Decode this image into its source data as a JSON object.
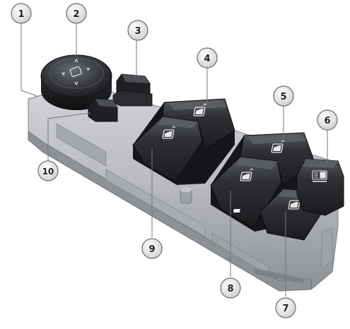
{
  "callouts": [
    {
      "id": "c1",
      "label": "1"
    },
    {
      "id": "c2",
      "label": "2"
    },
    {
      "id": "c3",
      "label": "3"
    },
    {
      "id": "c4",
      "label": "4"
    },
    {
      "id": "c5",
      "label": "5"
    },
    {
      "id": "c6",
      "label": "6"
    },
    {
      "id": "c7",
      "label": "7"
    },
    {
      "id": "c8",
      "label": "8"
    },
    {
      "id": "c9",
      "label": "9"
    },
    {
      "id": "c10",
      "label": "10"
    }
  ],
  "icons": {
    "mirror_knob": "mirror-adjust-icon",
    "window_switch": "car-window-icon",
    "lock_switch": "window-lock-icon"
  },
  "colors": {
    "housing": "#b9bbbf",
    "housing_shadow": "#8f9296",
    "switch": "#2a2c2f",
    "switch_top": "#4a4d51",
    "callout_fill": "#e9e9e9",
    "callout_stroke": "#6d6d6d",
    "leader": "#777777"
  }
}
